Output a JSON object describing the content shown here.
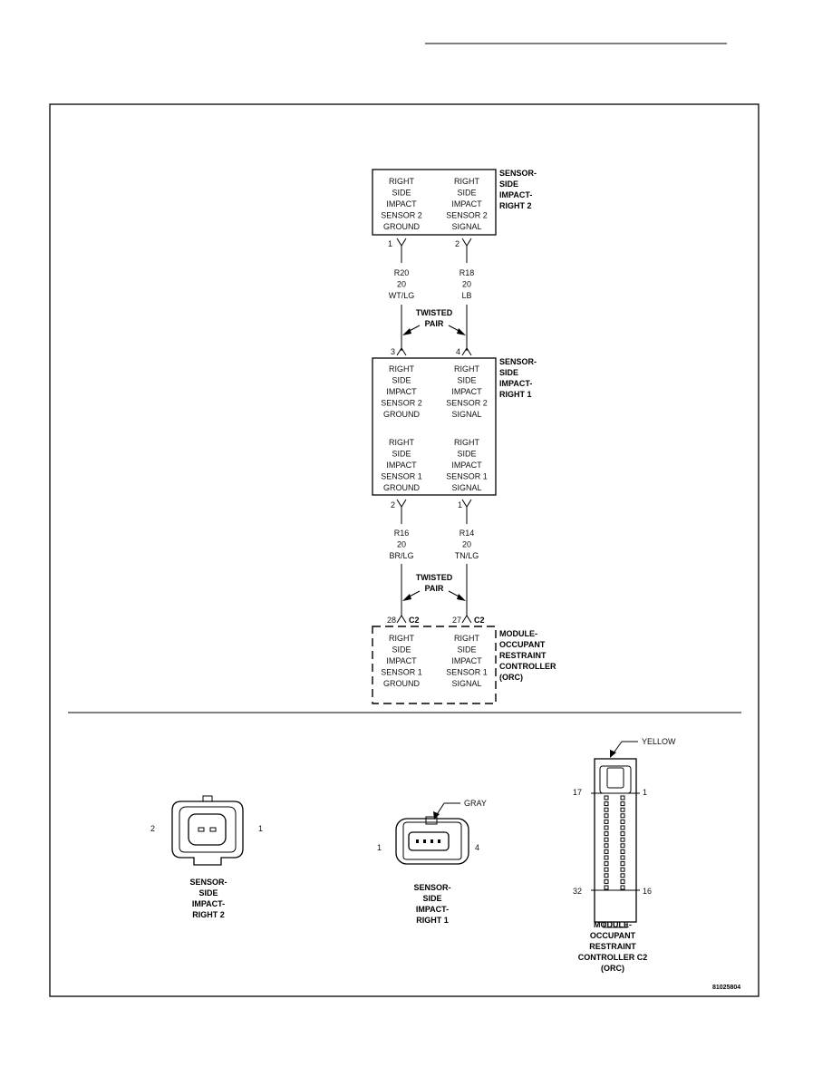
{
  "figure_id": "81025804",
  "sensor_right2": {
    "name": [
      "SENSOR-",
      "SIDE",
      "IMPACT-",
      "RIGHT 2"
    ],
    "left_label": [
      "RIGHT",
      "SIDE",
      "IMPACT",
      "SENSOR 2",
      "GROUND"
    ],
    "right_label": [
      "RIGHT",
      "SIDE",
      "IMPACT",
      "SENSOR 2",
      "SIGNAL"
    ],
    "pin_left": "1",
    "pin_right": "2"
  },
  "wires_upper": {
    "left": [
      "R20",
      "20",
      "WT/LG"
    ],
    "right": [
      "R18",
      "20",
      "LB"
    ],
    "twisted": [
      "TWISTED",
      "PAIR"
    ]
  },
  "sensor_right1": {
    "name": [
      "SENSOR-",
      "SIDE",
      "IMPACT-",
      "RIGHT 1"
    ],
    "top_pin_left": "3",
    "top_pin_right": "4",
    "block1_left": [
      "RIGHT",
      "SIDE",
      "IMPACT",
      "SENSOR 2",
      "GROUND"
    ],
    "block1_right": [
      "RIGHT",
      "SIDE",
      "IMPACT",
      "SENSOR 2",
      "SIGNAL"
    ],
    "block2_left": [
      "RIGHT",
      "SIDE",
      "IMPACT",
      "SENSOR 1",
      "GROUND"
    ],
    "block2_right": [
      "RIGHT",
      "SIDE",
      "IMPACT",
      "SENSOR 1",
      "SIGNAL"
    ],
    "bottom_pin_left": "2",
    "bottom_pin_right": "1"
  },
  "wires_lower": {
    "left": [
      "R16",
      "20",
      "BR/LG"
    ],
    "right": [
      "R14",
      "20",
      "TN/LG"
    ],
    "twisted": [
      "TWISTED",
      "PAIR"
    ]
  },
  "orc": {
    "name": [
      "MODULE-",
      "OCCUPANT",
      "RESTRAINT",
      "CONTROLLER",
      "(ORC)"
    ],
    "pin_left": "28",
    "pin_right": "27",
    "connector": "C2",
    "left_label": [
      "RIGHT",
      "SIDE",
      "IMPACT",
      "SENSOR 1",
      "GROUND"
    ],
    "right_label": [
      "RIGHT",
      "SIDE",
      "IMPACT",
      "SENSOR 1",
      "SIGNAL"
    ]
  },
  "connector_views": {
    "right2": {
      "pin_left": "2",
      "pin_right": "1",
      "label": [
        "SENSOR-",
        "SIDE",
        "IMPACT-",
        "RIGHT 2"
      ]
    },
    "right1": {
      "color": "GRAY",
      "pin_left": "1",
      "pin_right": "4",
      "label": [
        "SENSOR-",
        "SIDE",
        "IMPACT-",
        "RIGHT 1"
      ]
    },
    "orc_c2": {
      "color": "YELLOW",
      "pin_tl": "17",
      "pin_tr": "1",
      "pin_bl": "32",
      "pin_br": "16",
      "label": [
        "MODULE-",
        "OCCUPANT",
        "RESTRAINT",
        "CONTROLLER C2",
        "(ORC)"
      ]
    }
  }
}
